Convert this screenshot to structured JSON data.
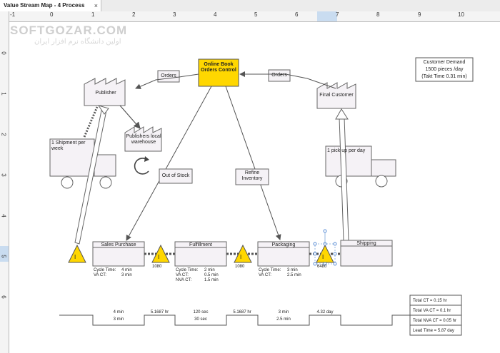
{
  "window": {
    "tab_title": "Value Stream Map - 4 Process",
    "close": "×"
  },
  "watermark": {
    "line1": "SOFTGOZAR.COM",
    "line2": "اولین دانشگاه نرم افزار ایران"
  },
  "ruler": {
    "top": [
      "-1",
      "0",
      "1",
      "2",
      "3",
      "4",
      "5",
      "6",
      "7",
      "8",
      "9",
      "10"
    ],
    "left": [
      "0",
      "1",
      "2",
      "3",
      "4",
      "5",
      "6"
    ]
  },
  "control": {
    "name": "Online Book Orders Control"
  },
  "customer_demand": {
    "line1": "Customer Demand",
    "line2": "1500 pieces /day",
    "line3": "(Takt Time 0.31 min)"
  },
  "nodes": {
    "publisher": "Publisher",
    "warehouse": "Publishers local warehouse",
    "final_customer": "Final Customer",
    "orders_left": "Orders",
    "orders_right": "Orders",
    "out_of_stock": "Out of Stock",
    "refine_inventory": "Refine Inventory",
    "shipment_left": "1 Shipment per week",
    "shipment_right": "1 pick up per day"
  },
  "processes": [
    {
      "name": "Sales Purchase",
      "metrics": [
        "Cycle Time:",
        "VA CT:"
      ],
      "values": [
        "4 min",
        "3 min"
      ]
    },
    {
      "name": "Fulfillment",
      "metrics": [
        "Cycle Time:",
        "VA CT:",
        "NVA CT:"
      ],
      "values": [
        "2 min",
        "0.5 min",
        "1.5 min"
      ]
    },
    {
      "name": "Packaging",
      "metrics": [
        "Cycle Time:",
        "VA CT:"
      ],
      "values": [
        "3 min",
        "2.5 min"
      ]
    },
    {
      "name": "Shipping",
      "metrics": [],
      "values": []
    }
  ],
  "inventory": [
    {
      "symbol": "I",
      "count": ""
    },
    {
      "symbol": "I",
      "count": "1080"
    },
    {
      "symbol": "I",
      "count": "1080"
    },
    {
      "symbol": "I",
      "count": "6480"
    }
  ],
  "timeline": {
    "top": [
      "4 min",
      "5.1687 hr",
      "120 sec",
      "5.1687 hr",
      "3 min",
      "4.32 day"
    ],
    "bottom": [
      "3 min",
      "30 sec",
      "2.5 min"
    ]
  },
  "summary": [
    "Total CT = 0.15 hr",
    "Total VA CT = 0.1 hr",
    "Total NVA CT = 0.05 hr",
    "Lead Time = 5.87 day"
  ]
}
